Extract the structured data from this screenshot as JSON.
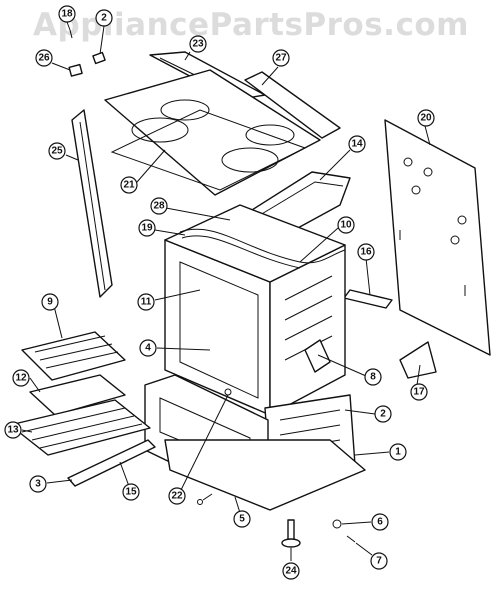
{
  "watermark": "AppliancePartsPros.com",
  "callouts": [
    "18",
    "2",
    "23",
    "27",
    "26",
    "25",
    "21",
    "20",
    "14",
    "28",
    "19",
    "10",
    "16",
    "9",
    "11",
    "4",
    "8",
    "17",
    "12",
    "2",
    "13",
    "1",
    "3",
    "15",
    "22",
    "5",
    "6",
    "7",
    "24"
  ]
}
